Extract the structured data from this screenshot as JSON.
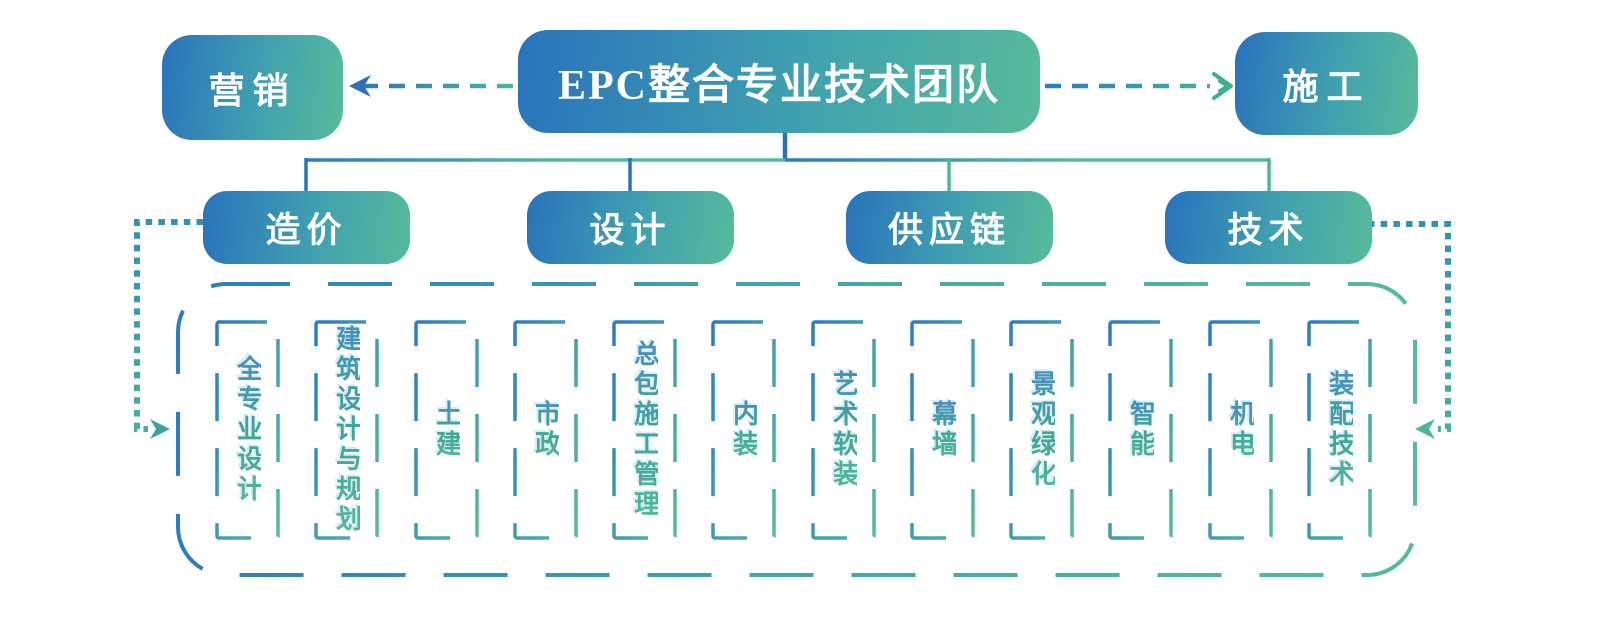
{
  "diagram": {
    "title": "EPC整合专业技术团队",
    "partners": [
      {
        "label": "营销"
      },
      {
        "label": "施工"
      }
    ],
    "divisions": [
      {
        "label": "造价"
      },
      {
        "label": "设计"
      },
      {
        "label": "供应链"
      },
      {
        "label": "技术"
      }
    ],
    "specialties": [
      {
        "label": "全专业设计"
      },
      {
        "label": "建筑设计与规划"
      },
      {
        "label": "土建"
      },
      {
        "label": "市政"
      },
      {
        "label": "总包施工管理"
      },
      {
        "label": "内装"
      },
      {
        "label": "艺术软装"
      },
      {
        "label": "幕墙"
      },
      {
        "label": "景观绿化"
      },
      {
        "label": "智能"
      },
      {
        "label": "机电"
      },
      {
        "label": "装配技术"
      }
    ],
    "colors": {
      "gradient_blue": "#2b7cc1",
      "gradient_green": "#56bb9b",
      "dotted_teal": "#3aa39f",
      "specialty_text": "#3fa295",
      "node_text": "#ffffff"
    }
  }
}
